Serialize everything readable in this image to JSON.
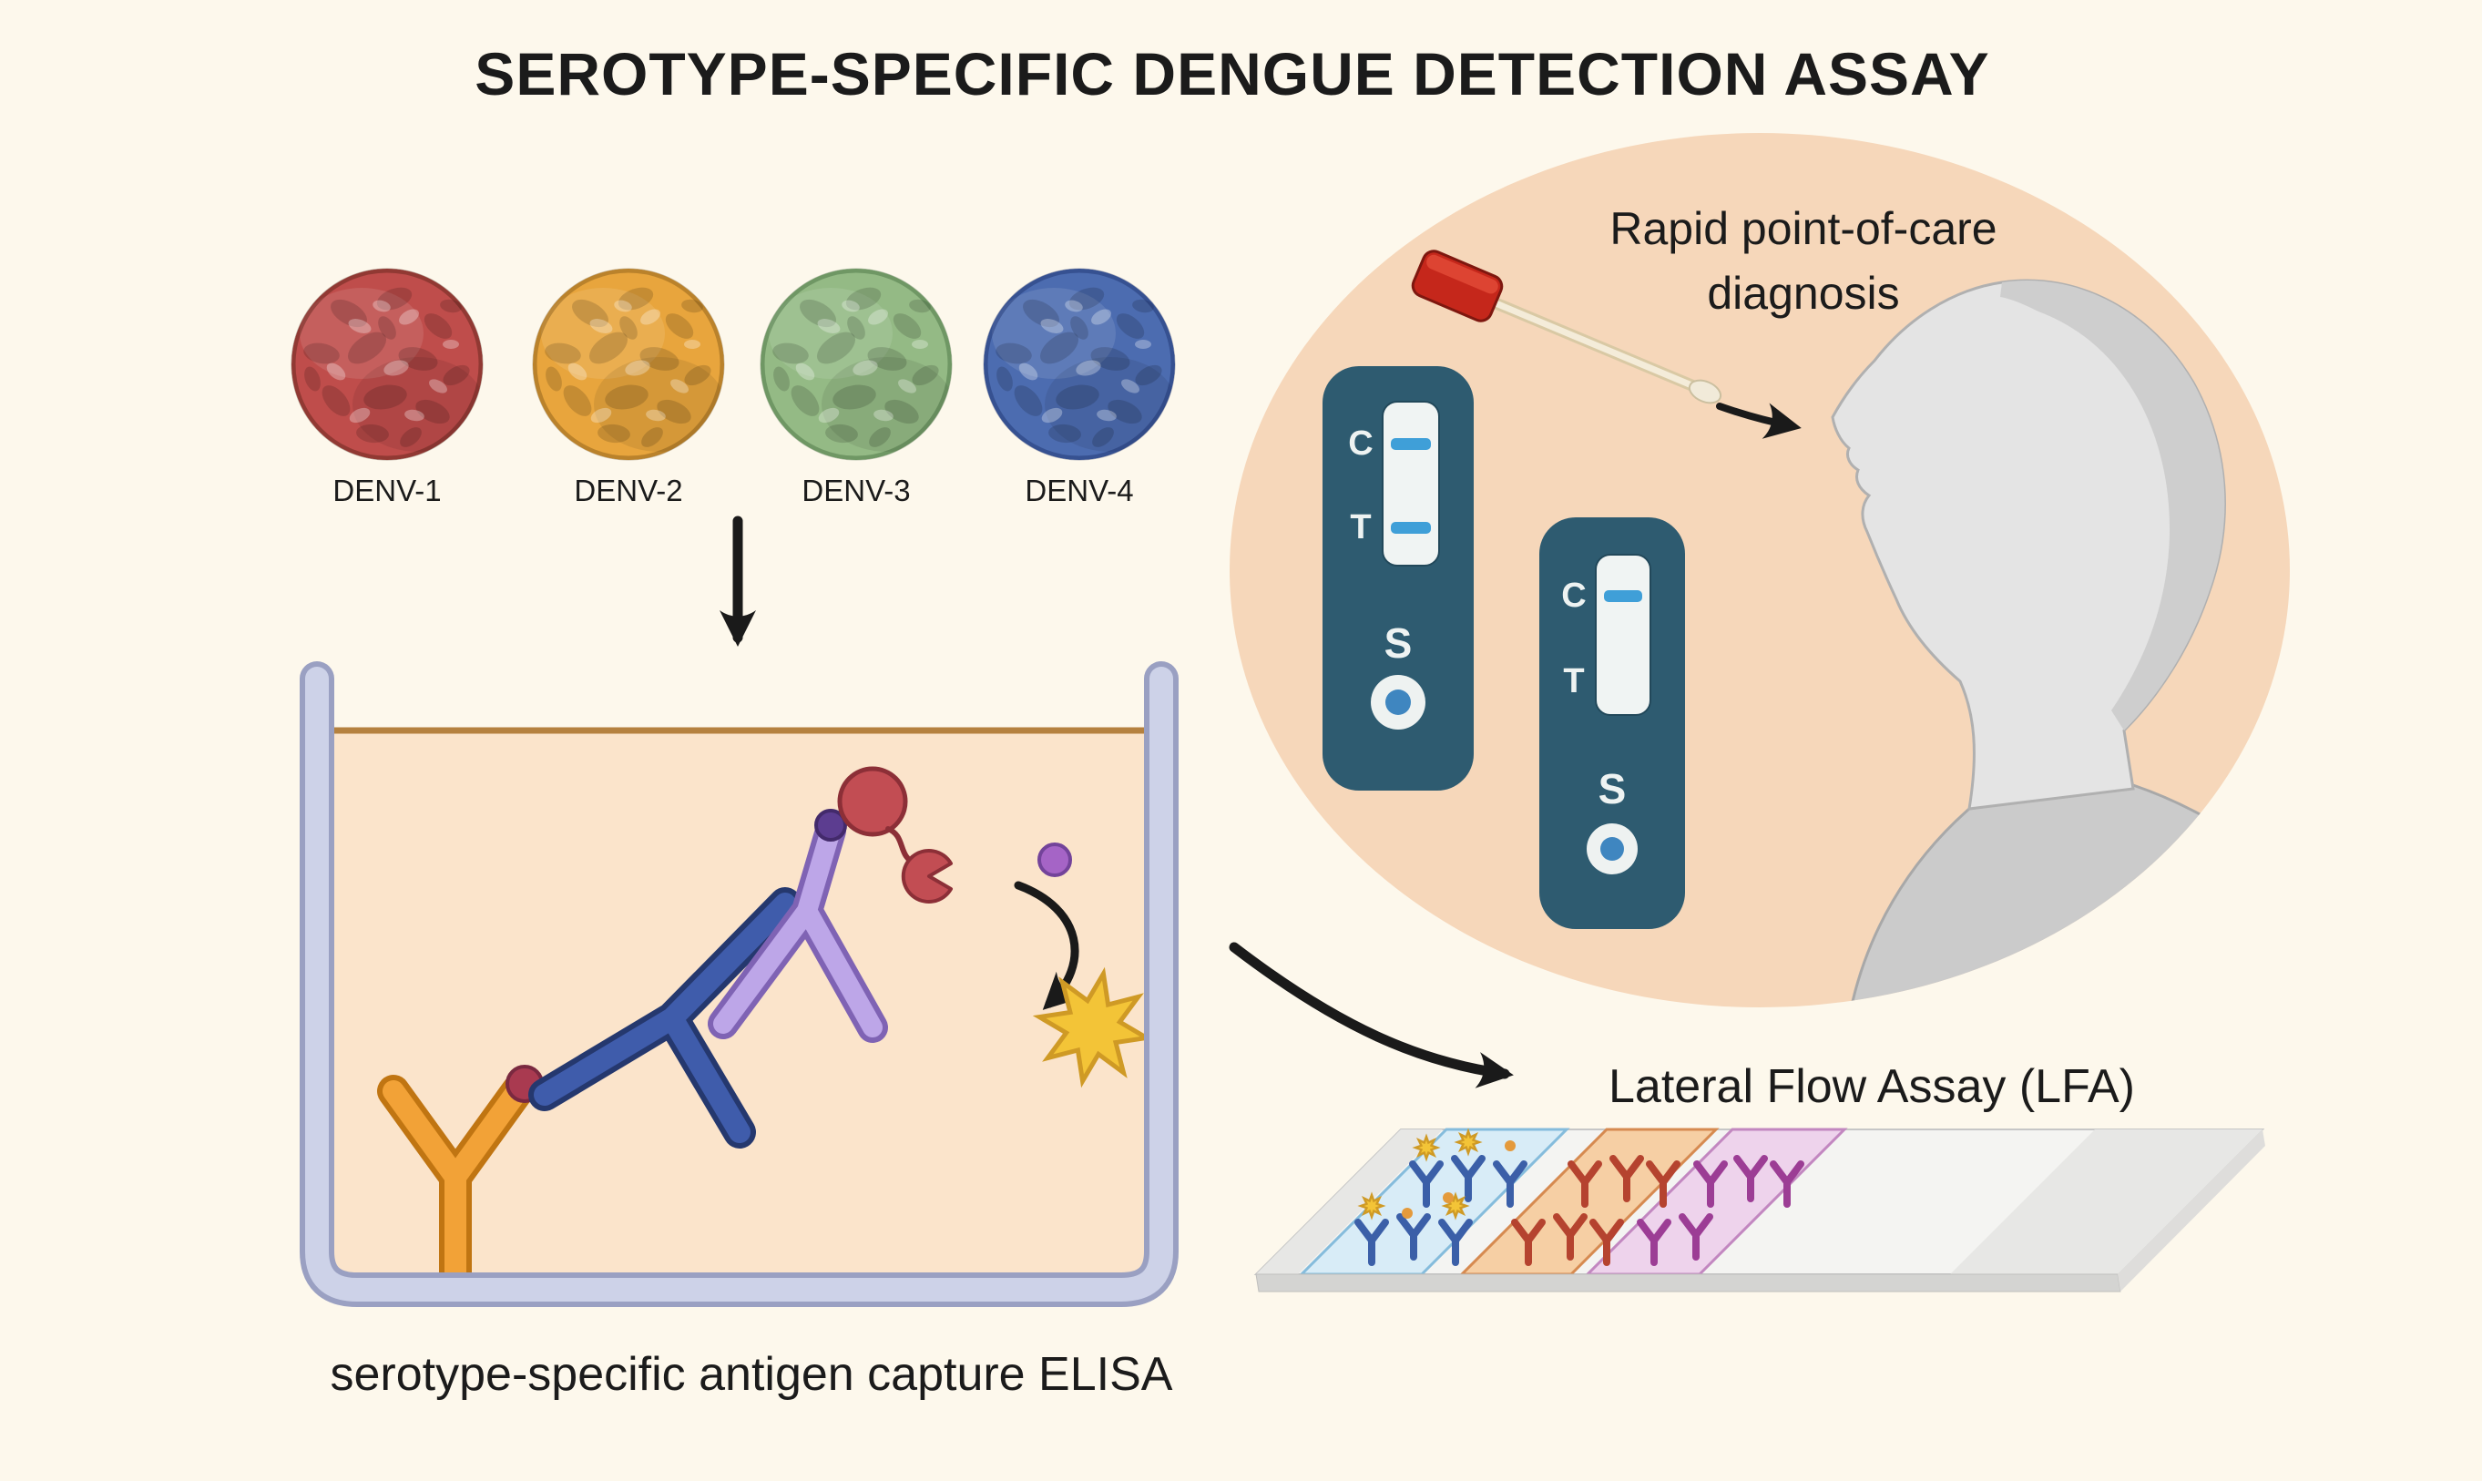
{
  "title": "SEROTYPE-SPECIFIC DENGUE DETECTION ASSAY",
  "viruses": {
    "items": [
      {
        "label": "DENV-1",
        "color": "#bf4d4b"
      },
      {
        "label": "DENV-2",
        "color": "#e8a53d"
      },
      {
        "label": "DENV-3",
        "color": "#94ba85"
      },
      {
        "label": "DENV-4",
        "color": "#4c6cb0"
      }
    ]
  },
  "flow": {
    "elisa_caption": "serotype-specific antigen capture ELISA",
    "lfa_caption": "Lateral Flow Assay (LFA)"
  },
  "poc": {
    "caption_line1": "Rapid point-of-care",
    "caption_line2": "diagnosis",
    "cassettes": [
      {
        "control": "C",
        "test": "T",
        "sample": "S"
      },
      {
        "control": "C",
        "test": "T",
        "sample": "S"
      }
    ]
  },
  "colors": {
    "background": "#fdf8ec",
    "poc_ellipse": "#f6d7ba",
    "cassette": "#2e5b70",
    "result_line": "#3f9fd8",
    "well_liquid": "#fbe4cb",
    "star": "#f3c437",
    "lfa_zone_blue": "#d8ecf7",
    "lfa_zone_orange": "#f6cfa4",
    "lfa_zone_pink": "#eed3ec"
  }
}
